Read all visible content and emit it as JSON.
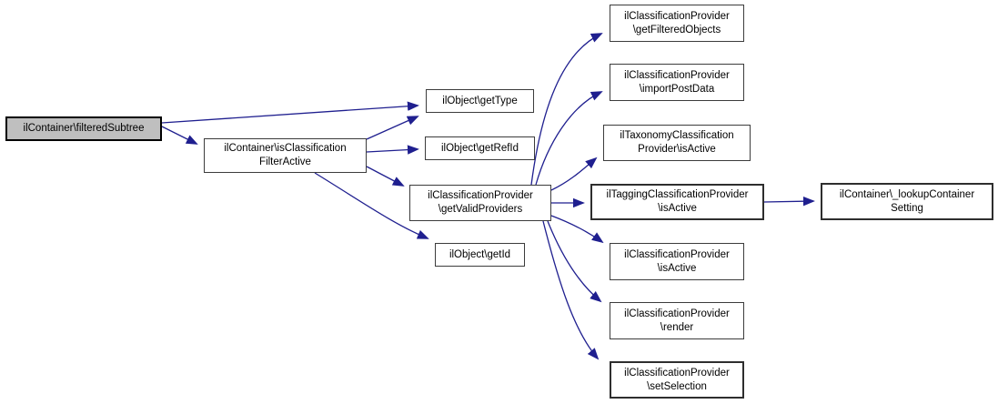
{
  "diagram": {
    "type": "call-graph",
    "colors": {
      "edge": "#1f1f8f",
      "node_border": "#3c3c3c",
      "node_fill": "#ffffff",
      "highlight_fill": "#bfbfbf",
      "text": "#000000",
      "background": "#ffffff"
    },
    "nodes": {
      "filteredSubtree": {
        "label": "ilContainer\\filteredSubtree",
        "highlighted": true
      },
      "isClassificationFilterActive": {
        "label": "ilContainer\\isClassification\nFilterActive"
      },
      "getType": {
        "label": "ilObject\\getType"
      },
      "getRefId": {
        "label": "ilObject\\getRefId"
      },
      "getValidProviders": {
        "label": "ilClassificationProvider\n\\getValidProviders"
      },
      "getId": {
        "label": "ilObject\\getId"
      },
      "getFilteredObjects": {
        "label": "ilClassificationProvider\n\\getFilteredObjects"
      },
      "importPostData": {
        "label": "ilClassificationProvider\n\\importPostData"
      },
      "taxonomyIsActive": {
        "label": "ilTaxonomyClassification\nProvider\\isActive"
      },
      "taggingIsActive": {
        "label": "ilTaggingClassificationProvider\n\\isActive"
      },
      "classificationIsActive": {
        "label": "ilClassificationProvider\n\\isActive"
      },
      "render": {
        "label": "ilClassificationProvider\n\\render"
      },
      "setSelection": {
        "label": "ilClassificationProvider\n\\setSelection"
      },
      "lookupContainerSetting": {
        "label": "ilContainer\\_lookupContainer\nSetting"
      }
    },
    "edges": [
      {
        "from": "filteredSubtree",
        "to": "isClassificationFilterActive"
      },
      {
        "from": "filteredSubtree",
        "to": "getType"
      },
      {
        "from": "isClassificationFilterActive",
        "to": "getType"
      },
      {
        "from": "isClassificationFilterActive",
        "to": "getRefId"
      },
      {
        "from": "isClassificationFilterActive",
        "to": "getValidProviders"
      },
      {
        "from": "isClassificationFilterActive",
        "to": "getId"
      },
      {
        "from": "getValidProviders",
        "to": "getFilteredObjects"
      },
      {
        "from": "getValidProviders",
        "to": "importPostData"
      },
      {
        "from": "getValidProviders",
        "to": "taxonomyIsActive"
      },
      {
        "from": "getValidProviders",
        "to": "taggingIsActive"
      },
      {
        "from": "getValidProviders",
        "to": "classificationIsActive"
      },
      {
        "from": "getValidProviders",
        "to": "render"
      },
      {
        "from": "getValidProviders",
        "to": "setSelection"
      },
      {
        "from": "taggingIsActive",
        "to": "lookupContainerSetting"
      }
    ]
  }
}
